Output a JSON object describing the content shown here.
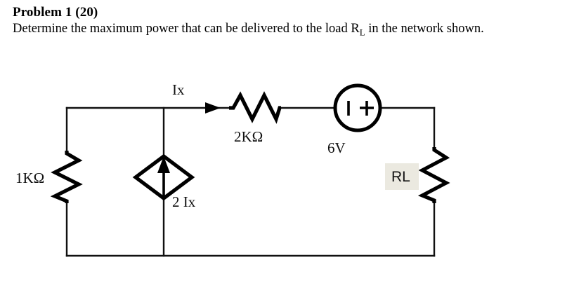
{
  "problem": {
    "title": "Problem 1 (20)",
    "statement_part1": "Determine the maximum power that can be delivered to the load R",
    "statement_subscript": "L",
    "statement_part2": " in the network shown."
  },
  "circuit": {
    "type": "dependent-source-network",
    "description": "Single-loop network with a 1K ohm resistor, a dependent current source 2 Ix, a 2K ohm series resistor, a 6V source and a load RL.",
    "labels": {
      "r1": "1KΩ",
      "r2": "2KΩ",
      "source_current": "2 Ix",
      "source_voltage": "6V",
      "load": "RL",
      "mesh_current": "Ix",
      "polarity_negative": "|",
      "polarity_positive": "+"
    },
    "components": [
      {
        "name": "resistor-1k",
        "label": "1KΩ",
        "orientation": "vertical",
        "value": "1KΩ"
      },
      {
        "name": "dependent-current-source",
        "label": "2 Ix",
        "orientation": "vertical",
        "value": "2 Ix"
      },
      {
        "name": "resistor-2k",
        "label": "2KΩ",
        "orientation": "horizontal",
        "value": "2KΩ"
      },
      {
        "name": "voltage-source-6v",
        "label": "6V",
        "orientation": "horizontal",
        "value": "6V"
      },
      {
        "name": "load-resistor-rl",
        "label": "RL",
        "orientation": "vertical",
        "value": "RL"
      }
    ],
    "colors": {
      "wire": "#111111",
      "component": "#000000",
      "rl_highlight": "#ebe9e0",
      "background": "#ffffff"
    }
  }
}
